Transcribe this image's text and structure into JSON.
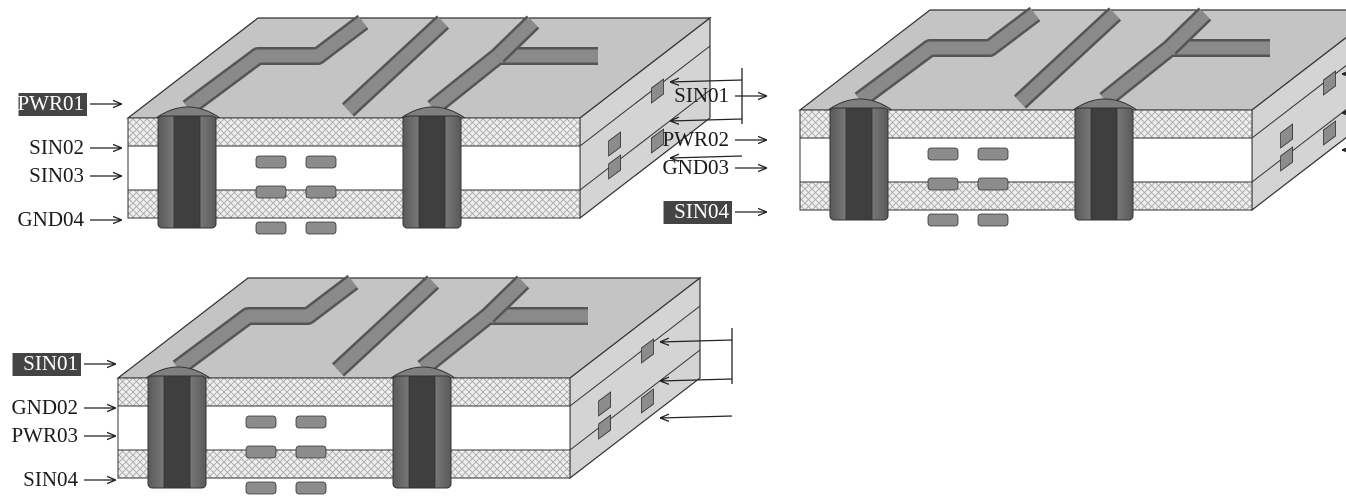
{
  "colors": {
    "top_surface": "#c4c4c4",
    "side_face": "#d4d4d4",
    "trace": "#8a8a8a",
    "trace_dark": "#555555",
    "via": "#7f7f7f",
    "via_dark": "#3f3f3f",
    "pad": "#8c8c8c",
    "label_box": "#444444",
    "outline": "#333333"
  },
  "stackups": [
    {
      "layers": [
        {
          "label": "PWR01",
          "highlight": true
        },
        {
          "label": "SIN02",
          "highlight": false
        },
        {
          "label": "SIN03",
          "highlight": false
        },
        {
          "label": "GND04",
          "highlight": false
        }
      ]
    },
    {
      "layers": [
        {
          "label": "SIN01",
          "highlight": false
        },
        {
          "label": "PWR02",
          "highlight": false
        },
        {
          "label": "GND03",
          "highlight": false
        },
        {
          "label": "SIN04",
          "highlight": true
        }
      ]
    },
    {
      "layers": [
        {
          "label": "SIN01",
          "highlight": true
        },
        {
          "label": "GND02",
          "highlight": false
        },
        {
          "label": "PWR03",
          "highlight": false
        },
        {
          "label": "SIN04",
          "highlight": false
        }
      ]
    }
  ]
}
